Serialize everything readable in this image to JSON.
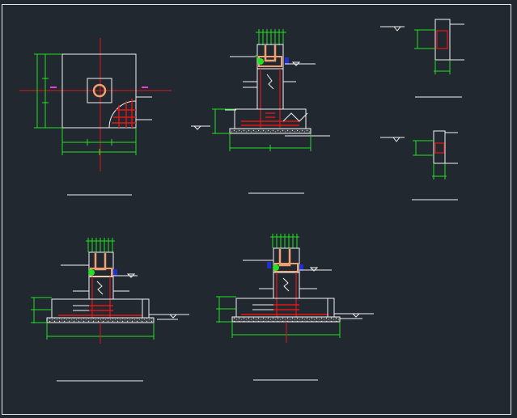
{
  "drawing": {
    "theme": {
      "background": "#212830",
      "line_white": "#f2f2f2",
      "dimension_green": "#22e022",
      "rebar_red": "#e01818",
      "pipe_orange": "#f0a070",
      "marker_magenta": "#e040e0",
      "seal_blue": "#2030d0"
    },
    "details": [
      {
        "name": "plan-view",
        "title": ""
      },
      {
        "name": "section-pipe-through-wall",
        "title": ""
      },
      {
        "name": "small-detail-top",
        "title": ""
      },
      {
        "name": "small-detail-bottom",
        "title": ""
      },
      {
        "name": "section-lower-left",
        "title": ""
      },
      {
        "name": "section-lower-right",
        "title": ""
      }
    ]
  }
}
